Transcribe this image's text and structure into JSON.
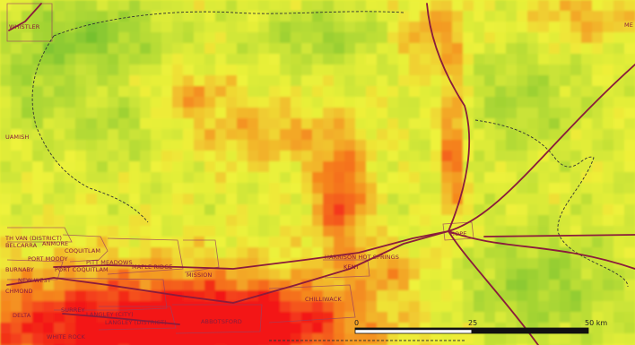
{
  "map": {
    "palette": {
      "low": "#68bb2e",
      "mid": "#eef23a",
      "high": "#f31818",
      "roads": "#8a1c3c",
      "boundary": "#333333",
      "municipal": "#9c4060"
    },
    "places": {
      "whistler": "WHISTLER",
      "squamish": "UAMISH",
      "n_van": "TH VAN (DISTRICT)",
      "belcarra": "BELCARRA",
      "anmore": "ANMORE",
      "coquitlam": "COQUITLAM",
      "port_moody": "PORT MOODY",
      "pitt_meadows": "PITT MEADOWS",
      "maple_ridge": "MAPLE RIDGE",
      "burnaby": "BURNABY",
      "port_coquitlam": "PORT COQUITLAM",
      "new_west": "NEW WEST",
      "richmond": "CHMOND",
      "mission": "MISSION",
      "harrison": "HARRISON HOT SPRINGS",
      "kent": "KENT",
      "chilliwack": "CHILLIWACK",
      "hope": "HOPE",
      "delta": "DELTA",
      "surrey": "SURREY",
      "langley_city": "LANGLEY (CITY)",
      "langley_district": "LANGLEY (DISTRICT)",
      "abbotsford": "ABBOTSFORD",
      "white_rock": "WHITE ROCK",
      "merritt_edge": "ME"
    },
    "scale": {
      "tick_0": "0",
      "tick_25": "25",
      "tick_50": "50 km",
      "max_km": 50
    }
  }
}
